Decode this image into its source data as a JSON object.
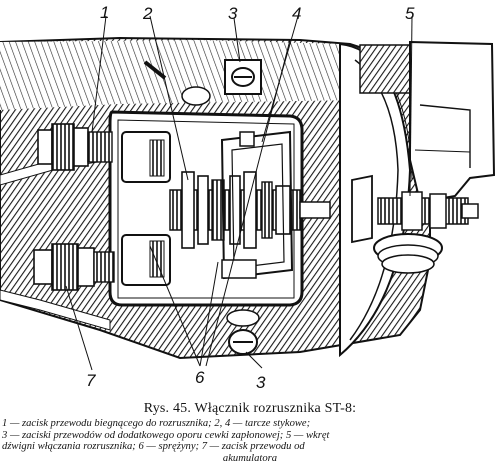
{
  "figure": {
    "callouts": {
      "c1": "1",
      "c2": "2",
      "c3_top": "3",
      "c4": "4",
      "c5": "5",
      "c6": "6",
      "c3_bottom": "3",
      "c7": "7"
    }
  },
  "caption": {
    "title": "Rys. 45. Włącznik rozrusznika ST-8:",
    "lines": [
      "1 — zacisk przewodu biegnącego do rozrusznika; 2, 4 — tarcze stykowe;",
      "3 — zaciski przewodów od dodatkowego oporu cewki zapłonowej; 5 — wkręt",
      "dźwigni włączania rozrusznika; 6 — sprężyny; 7 — zacisk przewodu od",
      "akumulatora"
    ]
  }
}
